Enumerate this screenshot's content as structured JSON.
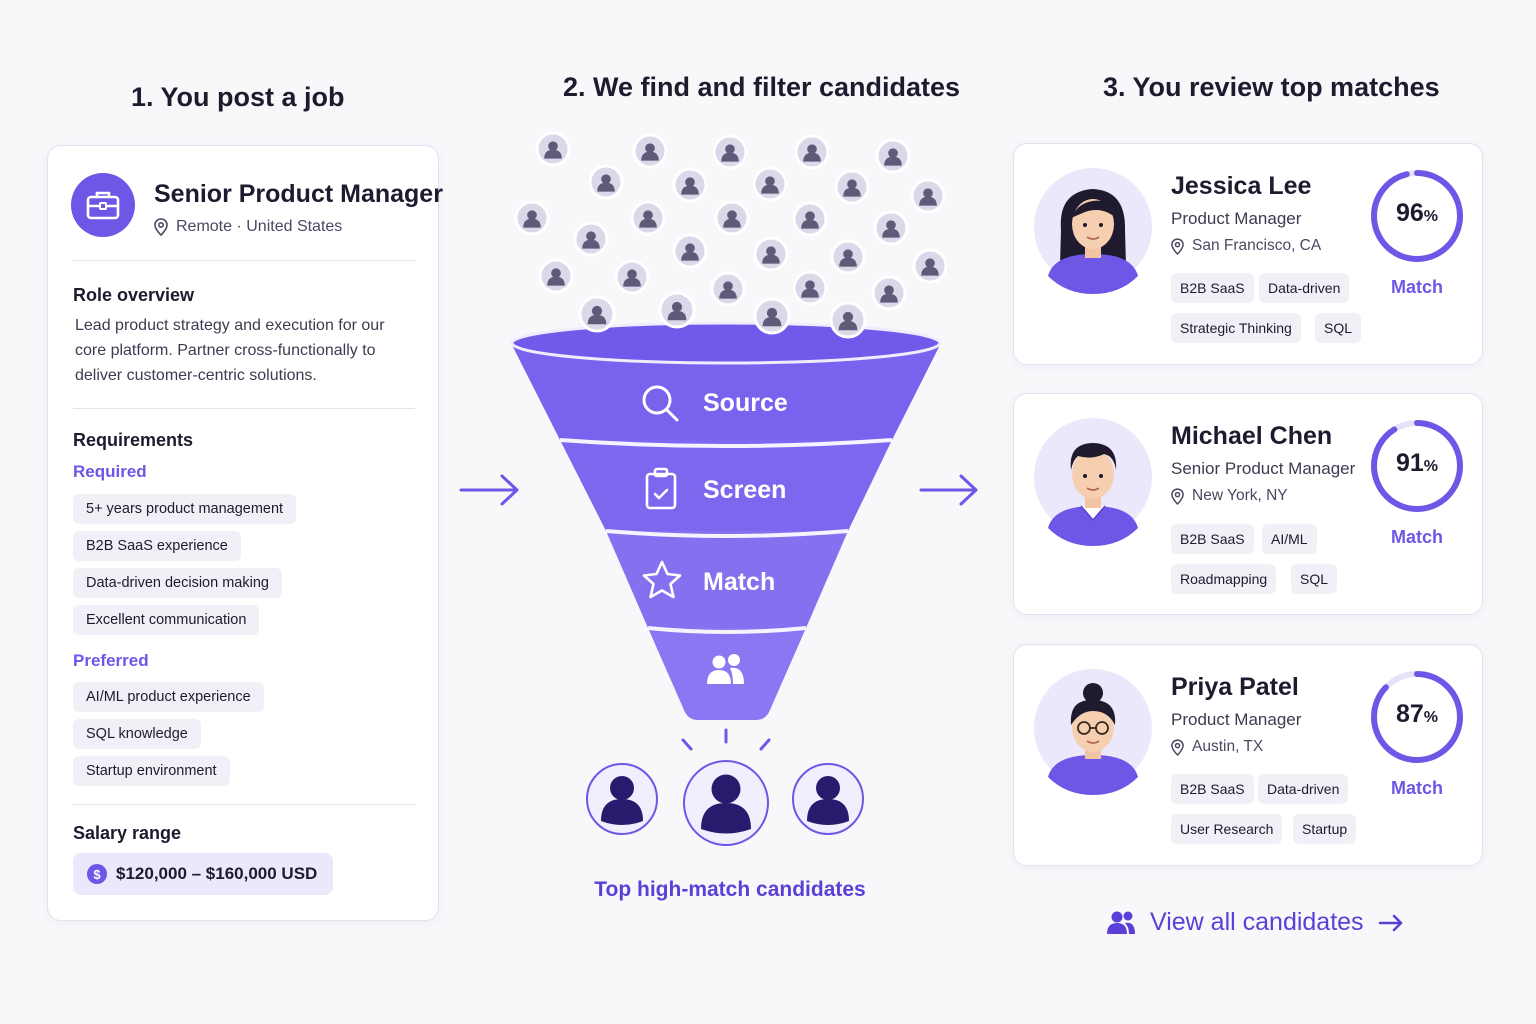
{
  "steps": {
    "post": "1. You post a job",
    "filter": "2. We find and filter candidates",
    "review": "3. You review top matches"
  },
  "job": {
    "title": "Senior Product Manager",
    "location": "Remote · United States",
    "overview_title": "Role overview",
    "overview_text": "Lead product strategy and execution for our core platform. Partner cross-functionally to deliver customer-centric solutions.",
    "requirements_title": "Requirements",
    "required_label": "Required",
    "required": [
      "5+ years product management",
      "B2B SaaS experience",
      "Data-driven decision making",
      "Excellent communication"
    ],
    "preferred_label": "Preferred",
    "preferred": [
      "AI/ML product experience",
      "SQL knowledge",
      "Startup environment"
    ],
    "salary_title": "Salary range",
    "salary": "$120,000 – $160,000 USD"
  },
  "funnel": {
    "stages": [
      "Source",
      "Screen",
      "Match"
    ],
    "output_label": "Top high-match candidates"
  },
  "candidates": [
    {
      "name": "Jessica Lee",
      "role": "Product Manager",
      "location": "San Francisco, CA",
      "match": 96,
      "match_label": "Match",
      "skills": [
        "B2B SaaS",
        "Data-driven",
        "Strategic Thinking",
        "SQL"
      ]
    },
    {
      "name": "Michael Chen",
      "role": "Senior Product Manager",
      "location": "New York, NY",
      "match": 91,
      "match_label": "Match",
      "skills": [
        "B2B SaaS",
        "AI/ML",
        "Roadmapping",
        "SQL"
      ]
    },
    {
      "name": "Priya Patel",
      "role": "Product Manager",
      "location": "Austin, TX",
      "match": 87,
      "match_label": "Match",
      "skills": [
        "B2B SaaS",
        "Data-driven",
        "User Research",
        "Startup"
      ]
    }
  ],
  "view_all": "View all candidates",
  "colors": {
    "accent": "#6e56e6",
    "accent_dark": "#5b3fd6",
    "funnel_top": "#7a62ee",
    "navy": "#2a1a6e"
  }
}
